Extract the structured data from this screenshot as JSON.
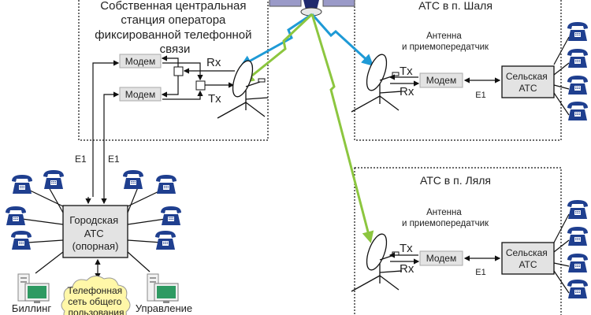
{
  "central_station": {
    "title_lines": [
      "Собственная центральная",
      "станция  оператора",
      "фиксированной телефонной",
      "связи"
    ],
    "modem1": "Модем",
    "modem2": "Модем",
    "rx": "Rx",
    "tx": "Tx"
  },
  "site_shalya": {
    "title": "АТС в п. Шаля",
    "antenna_lines": [
      "Антенна",
      "и приемопередатчик"
    ],
    "tx": "Tx",
    "rx": "Rx",
    "modem": "Модем",
    "link": "E1",
    "exchange_lines": [
      "Сельская",
      "АТС"
    ]
  },
  "site_lyalya": {
    "title": "АТС в п. Ляля",
    "antenna_lines": [
      "Антенна",
      "и приемопередатчик"
    ],
    "tx": "Tx",
    "rx": "Rx",
    "modem": "Модем",
    "link": "E1",
    "exchange_lines": [
      "Сельская",
      "АТС"
    ]
  },
  "city_exchange": {
    "lines": [
      "Городская",
      "АТС",
      "(опорная)"
    ],
    "link_left": "E1",
    "link_right": "E1",
    "pstn_lines": [
      "Телефонная",
      "сеть общего",
      "пользования"
    ],
    "billing": "Биллинг",
    "management": "Управление"
  },
  "colors": {
    "uplink_blue": "#1e9ad6",
    "downlink_green": "#8cc63f",
    "phone_blue": "#1f3f8f",
    "box_gray": "#e3e3e3",
    "cloud_yellow": "#fff7a8",
    "monitor_green": "#2e9a62"
  }
}
